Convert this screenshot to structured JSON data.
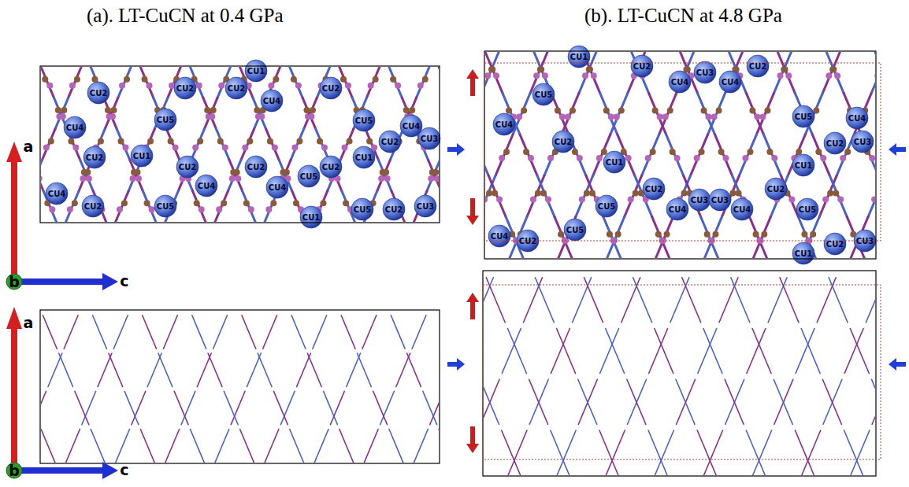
{
  "diagram": {
    "labels": [
      "(a). LT-CuCN at 0.4 GPa",
      "(b). LT-CuCN at 4.8 GPa",
      "a",
      "b",
      "c",
      "a",
      "b",
      "c",
      "CU1",
      "CU2",
      "CU2",
      "CU2",
      "CU4",
      "CU2",
      "CU5",
      "CU4",
      "CU5",
      "CU4",
      "CU3",
      "CU2",
      "CU1",
      "CU1",
      "CU2",
      "CU2",
      "CU2",
      "CU4",
      "CU4",
      "CU5",
      "CU2",
      "CU4",
      "CU5",
      "CU5",
      "CU3",
      "CU2",
      "CU1",
      "CU2",
      "CU1",
      "CU2",
      "CU4",
      "CU3",
      "CU4",
      "CU2",
      "CU5",
      "CU4",
      "CU2",
      "CU5",
      "CU4",
      "CU3",
      "CU2",
      "CU1",
      "CU1",
      "CU2",
      "CU4",
      "CU3",
      "CU3",
      "CU4",
      "CU2",
      "CU5",
      "CU5",
      "CU5",
      "CU2",
      "CU4",
      "CU2",
      "CU3",
      "CU1"
    ]
  }
}
